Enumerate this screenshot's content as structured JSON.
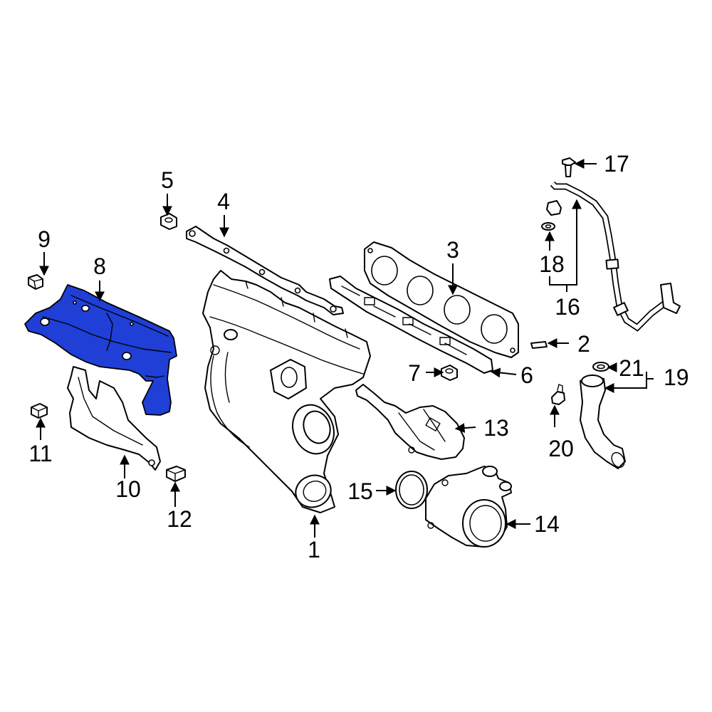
{
  "colors": {
    "highlight": "#1f3fd6",
    "line": "#000000",
    "background": "#ffffff"
  },
  "callouts": {
    "c1": "1",
    "c2": "2",
    "c3": "3",
    "c4": "4",
    "c5": "5",
    "c6": "6",
    "c7": "7",
    "c8": "8",
    "c9": "9",
    "c10": "10",
    "c11": "11",
    "c12": "12",
    "c13": "13",
    "c14": "14",
    "c15": "15",
    "c16": "16",
    "c17": "17",
    "c18": "18",
    "c19": "19",
    "c20": "20",
    "c21": "21"
  },
  "highlighted_part": "8"
}
